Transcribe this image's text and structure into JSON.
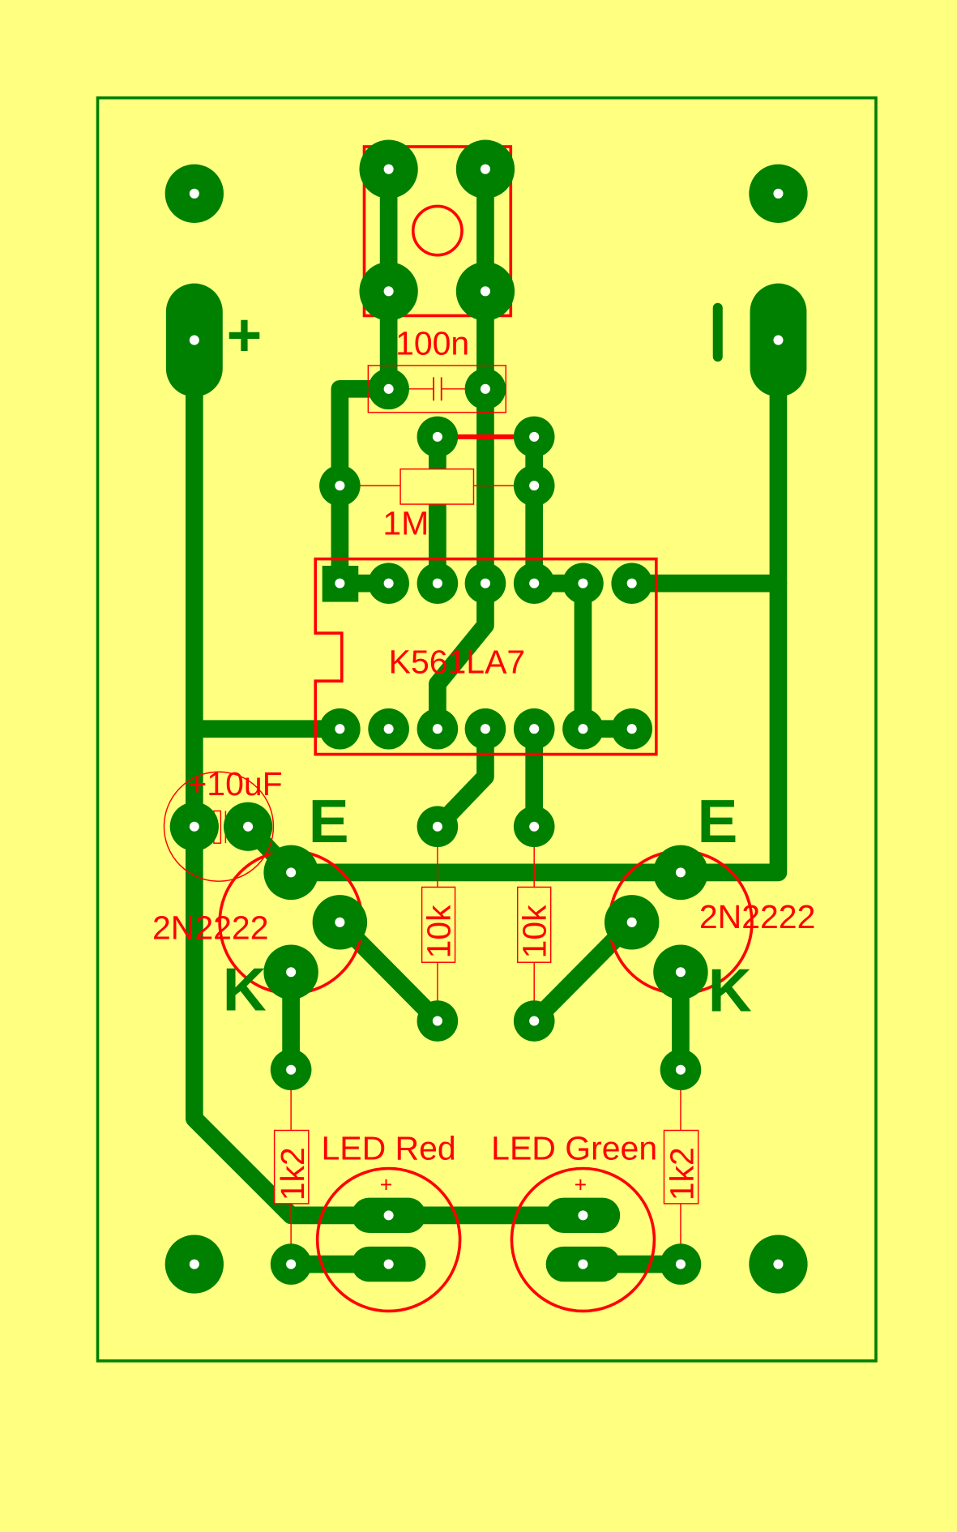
{
  "colors": {
    "background": "#ffff80",
    "copper": "#008000",
    "silkscreen": "#ff0000",
    "drill": "#ffffff"
  },
  "labels": {
    "cap_100n": "100n",
    "res_1m": "1M",
    "ic": "K561LA7",
    "cap_10uf": "+10uF",
    "q1": "2N2222",
    "q2": "2N2222",
    "res_10k_a": "10k",
    "res_10k_b": "10k",
    "res_1k2_a": "1k2",
    "res_1k2_b": "1k2",
    "led_red": "LED Red",
    "led_green": "LED Green",
    "led_plus_a": "+",
    "led_plus_b": "+"
  },
  "copper_text": {
    "plus": "+",
    "minus": "|",
    "e_left": "E",
    "e_right": "E",
    "k_left": "K",
    "k_right": "K"
  }
}
